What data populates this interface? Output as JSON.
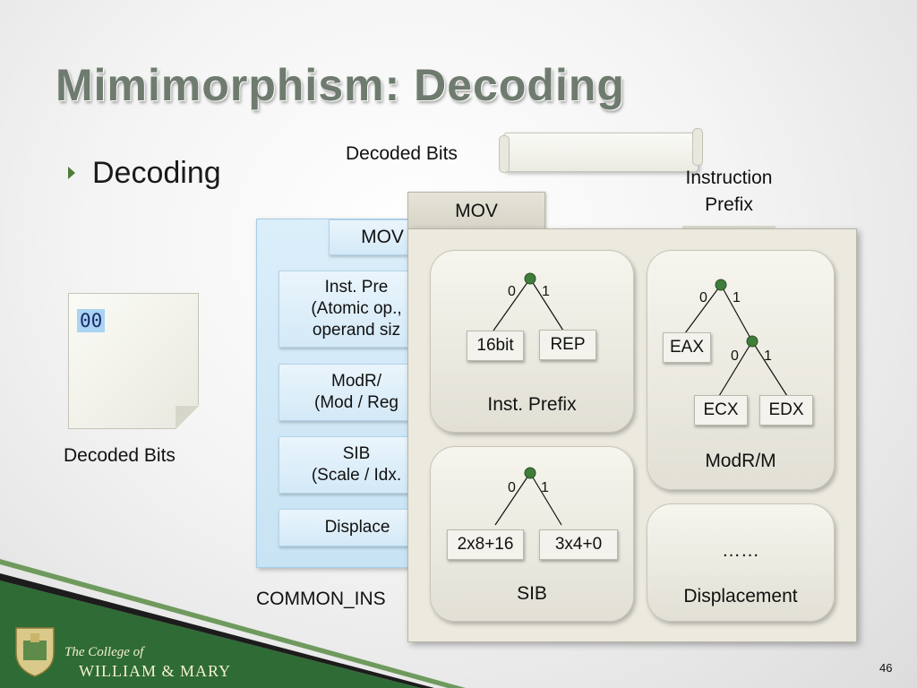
{
  "slide": {
    "title": "Mimimorphism: Decoding",
    "bullet": "Decoding",
    "page_number": "46"
  },
  "top": {
    "decoded_bits_label": "Decoded Bits",
    "instruction_prefix_label": "Instruction\nPrefix"
  },
  "note": {
    "value": "00",
    "label": "Decoded Bits"
  },
  "blue_panel": {
    "mov": "MOV",
    "inst_prefix": "Inst. Pre\n(Atomic op.,\noperand siz",
    "modrm": "ModR/\n(Mod / Reg",
    "sib": "SIB\n(Scale / Idx.",
    "displacement": "Displace",
    "caption": "COMMON_INS"
  },
  "main_panel": {
    "mov": "MOV",
    "inst_prefix": {
      "label": "Inst. Prefix",
      "left": "16bit",
      "right": "REP",
      "b0": "0",
      "b1": "1"
    },
    "modrm": {
      "label": "ModR/M",
      "top_left": "EAX",
      "sub_left": "ECX",
      "sub_right": "EDX",
      "b0": "0",
      "b1": "1",
      "c0": "0",
      "c1": "1"
    },
    "sib": {
      "label": "SIB",
      "left": "2x8+16",
      "right": "3x4+0",
      "b0": "0",
      "b1": "1"
    },
    "displacement": {
      "label": "Displacement",
      "ellipsis": "……"
    }
  },
  "footer": {
    "college_of": "The College of",
    "william_mary": "WILLIAM & MARY"
  },
  "colors": {
    "title": "#6e7b6e",
    "accent_green": "#4e7c3a",
    "node_green": "#3f7d3a",
    "blue_panel": "#c8e3f4"
  }
}
